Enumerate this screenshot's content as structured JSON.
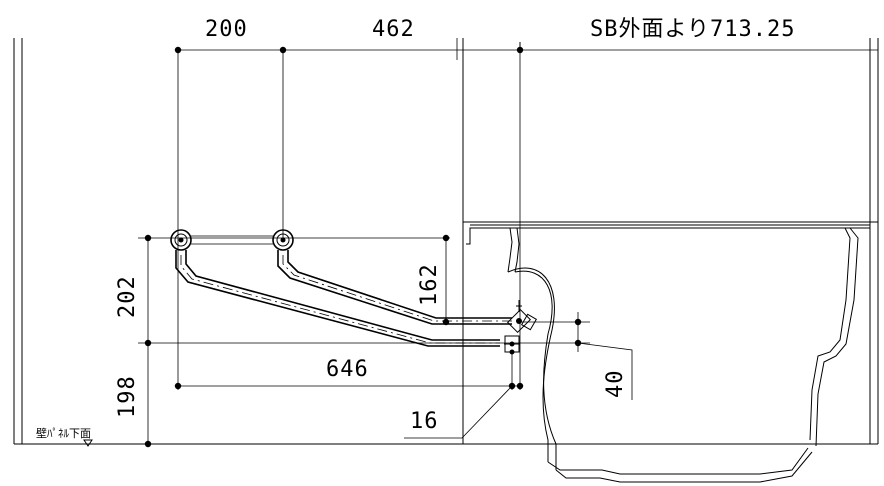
{
  "dimensions": {
    "top_left": "200",
    "top_middle": "462",
    "top_right": "SB外面より713.25",
    "left_upper": "202",
    "left_lower": "198",
    "pipe_drop": "162",
    "horizontal": "646",
    "offset_right": "40",
    "leader_small": "16"
  },
  "labels": {
    "wall_panel": "壁ﾊﾟﾈﾙ下面"
  }
}
